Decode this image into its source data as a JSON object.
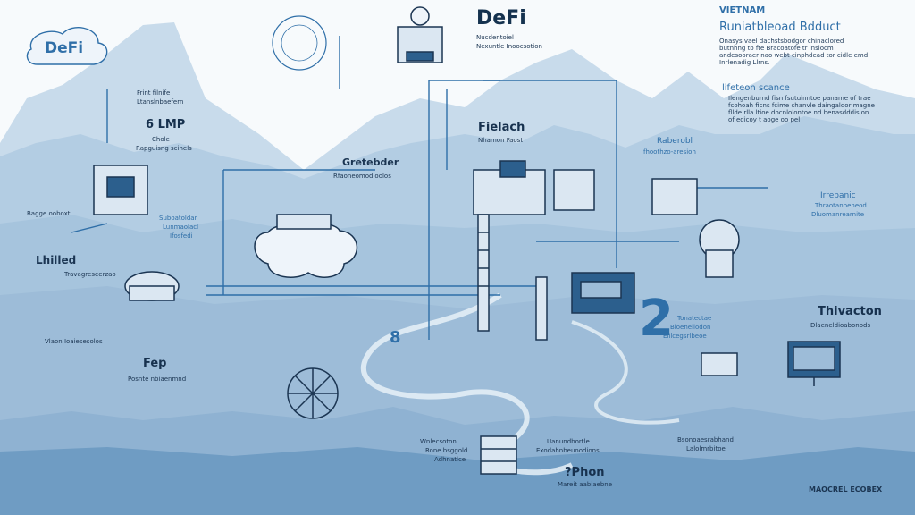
{
  "colors": {
    "sky": "#f7fafc",
    "mountain_far": "#a8c6df",
    "mountain_mid": "#c4d8ea",
    "valley": "#8fb4d4",
    "ink": "#1b3552",
    "accent": "#2f6fa8",
    "deep": "#2c5f8d"
  },
  "logo": {
    "text": "DeFi"
  },
  "header": {
    "title": "DeFi",
    "subtitle_line1": "Nucdentoiel",
    "subtitle_line2": "Nexuntle Inoocsotion"
  },
  "panel": {
    "country": "VIETNAM",
    "heading": "Runiatbleoad Bdduct",
    "body": "Onasys vael dachstsbodgor chinaclored butnhng to fte Bracoatofe tr lnsiocm andesooraer nao webt cinphdead tor cidle emd Inrlenadig Llrns.",
    "section_title": "lifeteon scance",
    "section_body": "Ilengenburnd fisn fsutuinntoe paname of trae fcohoah ficns fcime chanvle daingaldor magne fllde rlla ltioe docnlolontoe nd benasdddision of edicoy t aoge oo pel"
  },
  "labels": {
    "top_left_box": {
      "title": "Frint filnife",
      "subtitle": "Ltanslnbaefern"
    },
    "elmp": {
      "title": "6 LMP",
      "line1": "Chole",
      "line2": "Rapguisng scinels"
    },
    "left_machine": "Bagge ooboxt",
    "lhilled": {
      "title": "Lhilled",
      "subtitle": "Travagreseerzao"
    },
    "vlaon": "Vlaon Ioaiesesolos",
    "fep": {
      "title": "Fep",
      "subtitle": "Posnte nbiaenmnd"
    },
    "mid_left": {
      "line1": "Suboatoldar",
      "line2": "Lunmaolacl",
      "line3": "Ifosfedi"
    },
    "greteder": {
      "title": "Gretebder",
      "subtitle": "Rfaoneomodloolos"
    },
    "fielach": {
      "title": "Fielach",
      "subtitle": "Nhamon Faost"
    },
    "raberobl": {
      "title": "Raberobl",
      "subtitle": "fhoothzo-aresion"
    },
    "irrebanic": {
      "title": "Irrebanic",
      "subtitle": "Thraotanbeneod",
      "line3": "Dluomanrearnite"
    },
    "thivacton": {
      "title": "Thivacton",
      "subtitle": "Dlaeneldioabonods"
    },
    "mid_right": {
      "line1": "Tonatectae",
      "line2": "Bloeneliodon",
      "line3": "Elilcegsrlbeoe"
    },
    "bottom_left": {
      "line1": "Wnlecsoton",
      "line2": "Rone bsggold",
      "line3": "Adhnatlce"
    },
    "bottom_mid": {
      "line1": "Uanundbortle",
      "line2": "Exodahnbeuoodions"
    },
    "bottom_right": {
      "line1": "Bsonoaesrabhand",
      "line2": "Lalolmrbitoe"
    },
    "phon": {
      "title": "?Phon",
      "subtitle": "Mareit aabiaebne"
    },
    "footer_brand": "MAOCREL ECOBEX",
    "chart_number": "2",
    "flow_number": "8"
  }
}
